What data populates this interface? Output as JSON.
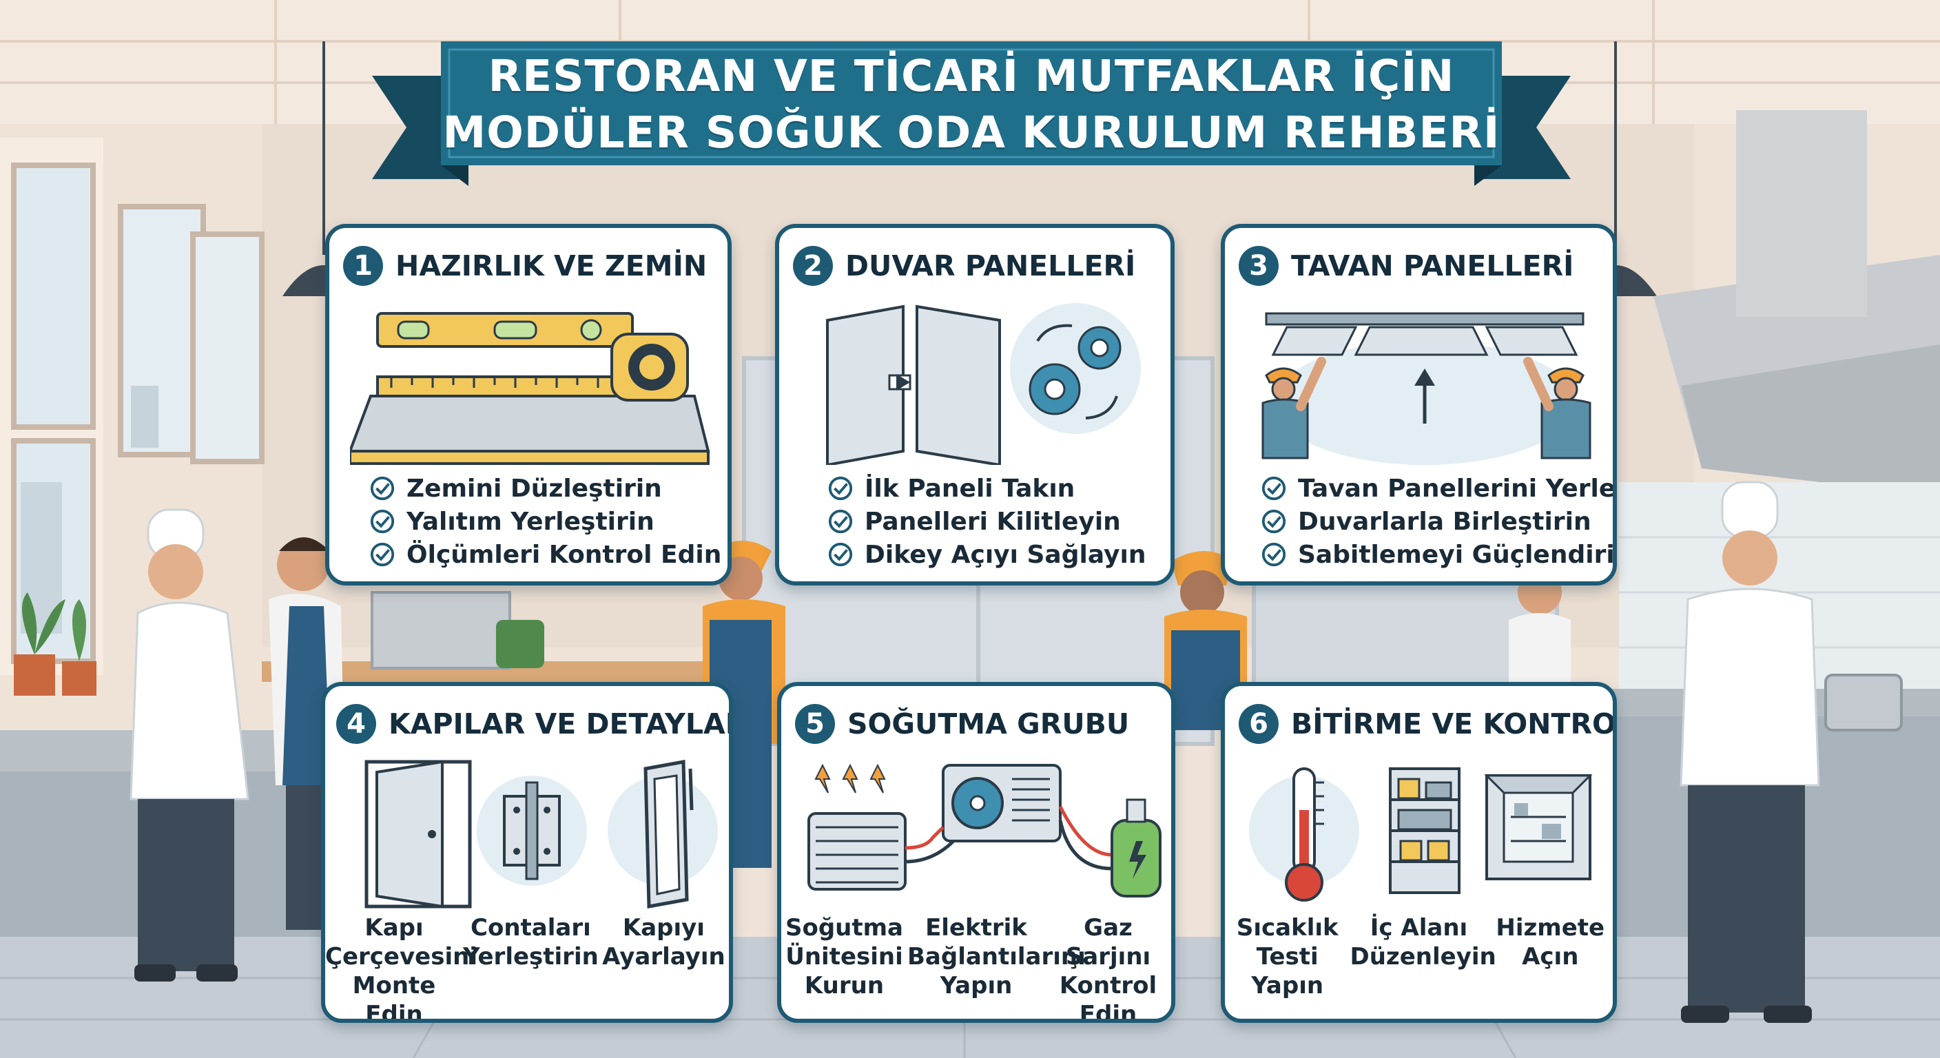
{
  "banner": {
    "line1": "RESTORAN VE TİCARİ MUTFAKLAR İÇİN",
    "line2": "MODÜLER SOĞUK ODA KURULUM REHBERİ"
  },
  "colors": {
    "primary": "#1e5a74",
    "banner": "#1f6f8b",
    "accent": "#f5a623",
    "check": "#1e5a74"
  },
  "cards": [
    {
      "number": "1",
      "title": "HAZIRLIK VE ZEMİN",
      "icons": [
        "spirit-level-icon",
        "tape-measure-icon",
        "floor-slab-icon"
      ],
      "items": [
        "Zemini Düzleştirin",
        "Yalıtım Yerleştirin",
        "Ölçümleri Kontrol Edin"
      ]
    },
    {
      "number": "2",
      "title": "DUVAR PANELLERİ",
      "icons": [
        "wall-panels-icon",
        "gears-icon"
      ],
      "items": [
        "İlk Paneli Takın",
        "Panelleri Kilitleyin",
        "Dikey Açıyı Sağlayın"
      ]
    },
    {
      "number": "3",
      "title": "TAVAN PANELLERİ",
      "icons": [
        "ceiling-panels-icon",
        "workers-icon",
        "up-arrow-icon"
      ],
      "items": [
        "Tavan Panellerini Yerleştirin",
        "Duvarlarla Birleştirin",
        "Sabitlemeyi Güçlendirin"
      ]
    },
    {
      "number": "4",
      "title": "KAPILAR VE DETAYLAR",
      "icons": [
        "door-frame-icon",
        "hinge-icon",
        "door-seal-icon"
      ],
      "steps": [
        [
          "Kapı",
          "Çerçevesini",
          "Monte Edin"
        ],
        [
          "Contaları",
          "Yerleştirin"
        ],
        [
          "Kapıyı",
          "Ayarlayın"
        ]
      ]
    },
    {
      "number": "5",
      "title": "SOĞUTMA GRUBU",
      "icons": [
        "condenser-coil-icon",
        "cooling-unit-icon",
        "gas-cylinder-icon"
      ],
      "steps": [
        [
          "Soğutma",
          "Ünitesini",
          "Kurun"
        ],
        [
          "Elektrik",
          "Bağlantılarını",
          "Yapın"
        ],
        [
          "Gaz Şarjını",
          "Kontrol",
          "Edin"
        ]
      ]
    },
    {
      "number": "6",
      "title": "BİTİRME VE KONTROL",
      "icons": [
        "thermometer-icon",
        "shelving-icon",
        "cold-room-icon"
      ],
      "steps": [
        [
          "Sıcaklık",
          "Testi",
          "Yapın"
        ],
        [
          "İç Alanı",
          "Düzenleyin"
        ],
        [
          "Hizmete",
          "Açın"
        ]
      ]
    }
  ]
}
